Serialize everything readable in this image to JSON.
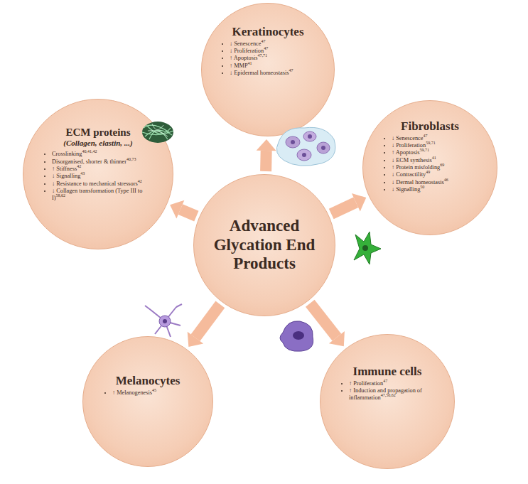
{
  "diagram": {
    "nodes": [
      {
        "text": [
          "Keratinocytes",
          "↓ Senescence47",
          "↓ Proliferation47",
          "↑ Apoptosis47,71",
          "↑ MMP41",
          "↓ Epidermal homeostasis47"
        ]
      },
      {
        "text": [
          "ECM proteins",
          "(Collagen, elastin, ...)",
          "Crosslinking40,41,42",
          "Disorganised, shorter & thinner40,73",
          "↑ Stiffness42",
          "↓ Signalling43",
          "↓ Resistance to mechanical stressors42",
          "↓ Collagen transformation (Type III to I)58,62"
        ]
      },
      {
        "text": [
          "Fibroblasts",
          "↓ Senescence47",
          "↓ Proliferation59,71",
          "↑ Apoptosis59,71",
          "↓ ECM synthesis41",
          "↑ Protein misfolding69",
          "↓ Contractility49",
          "↓ Dermal homeostasis46",
          "↓ Signalling50"
        ]
      },
      {
        "text": [
          "Advanced Glycation End Products"
        ]
      },
      {
        "text": [
          "Melanocytes",
          "↑ Melanogenesis45"
        ]
      },
      {
        "text": [
          "Immune cells",
          "↑ Proliferation47",
          "↑ Induction and propagation of inflammation47,50,62"
        ]
      }
    ],
    "edges": [
      {
        "from": 3,
        "to": 0,
        "arrow": "to"
      },
      {
        "from": 3,
        "to": 2,
        "arrow": "to"
      },
      {
        "from": 3,
        "to": 5,
        "arrow": "to"
      },
      {
        "from": 3,
        "to": 4,
        "arrow": "to"
      },
      {
        "from": 3,
        "to": 1,
        "arrow": "to"
      }
    ]
  }
}
